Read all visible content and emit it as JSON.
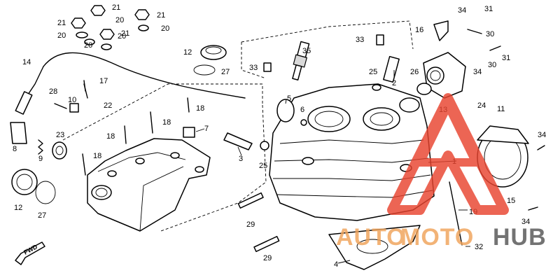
{
  "diagram": {
    "callouts": [
      "1",
      "2",
      "3",
      "4",
      "5",
      "6",
      "7",
      "8",
      "9",
      "10",
      "11",
      "12",
      "13",
      "14",
      "15",
      "16",
      "17",
      "18",
      "19",
      "20",
      "21",
      "22",
      "23",
      "24",
      "25",
      "26",
      "27",
      "28",
      "29",
      "30",
      "31",
      "32",
      "33",
      "34",
      "35"
    ],
    "direction_marker": "FWD"
  },
  "watermark": {
    "word_a": "AUTO",
    "word_b": "MOTO",
    "word_c": "HUB",
    "colors": {
      "primary": "#e8442f",
      "secondary": "#f0a35a",
      "dark": "#555555"
    }
  }
}
